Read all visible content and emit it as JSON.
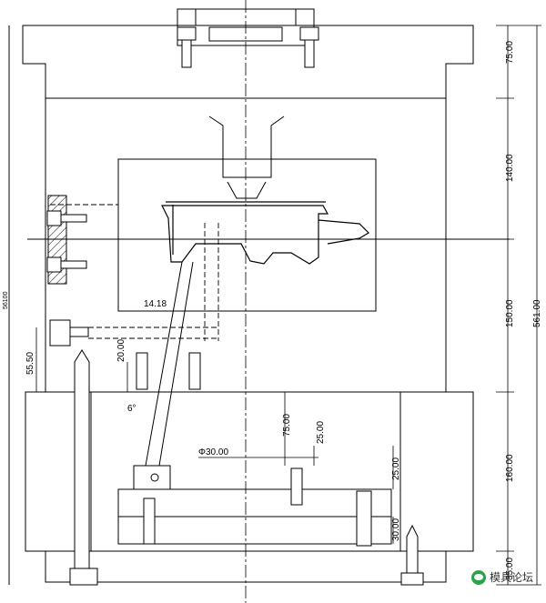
{
  "dimensions": {
    "right_top": "75.00",
    "right_cavity": "140.00",
    "right_core": "150.00",
    "right_ejector": "160.00",
    "right_bottom": "35.00",
    "right_total": "561.00",
    "left_total": "56100",
    "left_offset": "55.50",
    "small_20": "20.00",
    "angle_label": "14.18",
    "angle_6": "6°",
    "inner_75": "75.00",
    "inner_25a": "25.00",
    "inner_25b": "25.00",
    "inner_30": "30.00",
    "diameter": "Φ30.00"
  },
  "watermark": {
    "text": "模具论坛",
    "icon": "wechat-icon"
  }
}
